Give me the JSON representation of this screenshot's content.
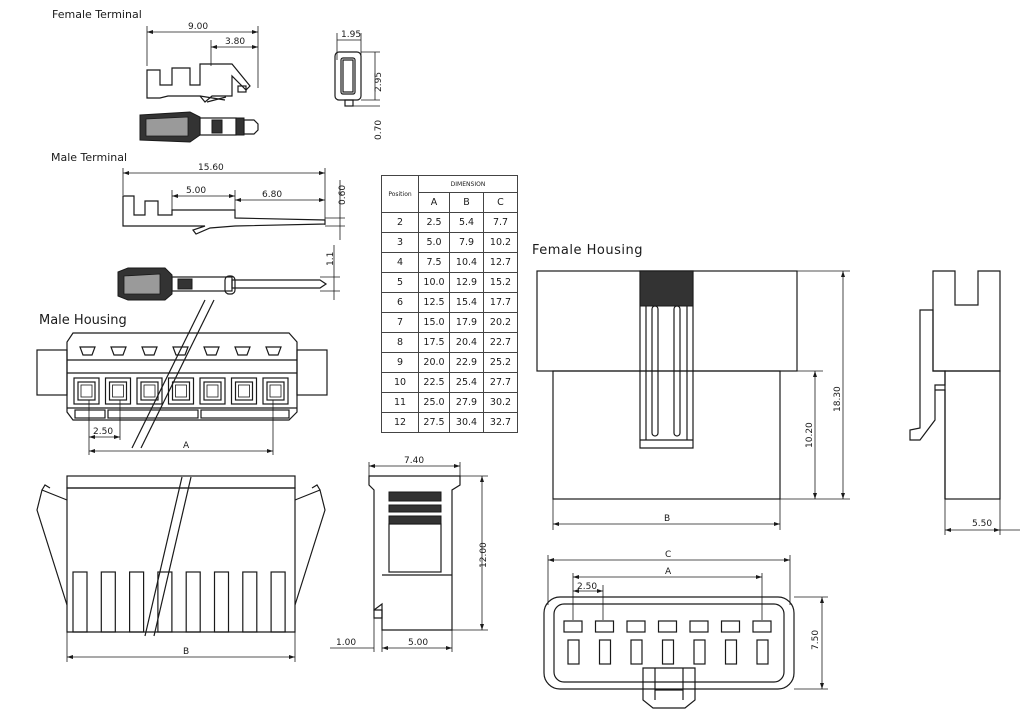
{
  "titles": {
    "female_terminal": "Female Terminal",
    "male_terminal": "Male Terminal",
    "male_housing": "Male Housing",
    "female_housing": "Female Housing"
  },
  "dimensions": {
    "ft_length": "9.00",
    "ft_partial": "3.80",
    "ft_width": "1.95",
    "ft_height": "2.95",
    "ft_tab": "0.70",
    "mt_length": "15.60",
    "mt_mid": "5.00",
    "mt_pin": "6.80",
    "mt_thick": "0.60",
    "mt_pin_dia": "1.1",
    "mh_pitch": "2.50",
    "mh_a": "A",
    "mh_b": "B",
    "mh_side_width": "7.40",
    "mh_side_height": "12.00",
    "mh_side_base": "5.00",
    "mh_side_step": "1.00",
    "fh_height_inner": "10.20",
    "fh_height": "18.30",
    "fh_b": "B",
    "fh_side_width": "5.50",
    "fh_c": "C",
    "fh_a": "A",
    "fh_pitch": "2.50",
    "fh_depth": "7.50"
  },
  "table": {
    "header_position": "Position",
    "header_dimension": "DIMENSION",
    "col_a": "A",
    "col_b": "B",
    "col_c": "C",
    "rows": [
      [
        "2",
        "2.5",
        "5.4",
        "7.7"
      ],
      [
        "3",
        "5.0",
        "7.9",
        "10.2"
      ],
      [
        "4",
        "7.5",
        "10.4",
        "12.7"
      ],
      [
        "5",
        "10.0",
        "12.9",
        "15.2"
      ],
      [
        "6",
        "12.5",
        "15.4",
        "17.7"
      ],
      [
        "7",
        "15.0",
        "17.9",
        "20.2"
      ],
      [
        "8",
        "17.5",
        "20.4",
        "22.7"
      ],
      [
        "9",
        "20.0",
        "22.9",
        "25.2"
      ],
      [
        "10",
        "22.5",
        "25.4",
        "27.7"
      ],
      [
        "11",
        "25.0",
        "27.9",
        "30.2"
      ],
      [
        "12",
        "27.5",
        "30.4",
        "32.7"
      ]
    ]
  }
}
